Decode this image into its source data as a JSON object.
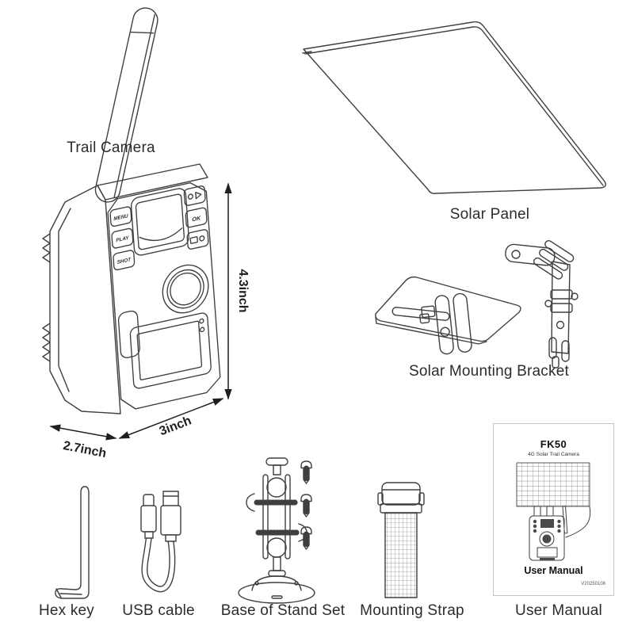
{
  "colors": {
    "line": "#3f3f3f",
    "text": "#2c2c2c",
    "manual_border": "#c4c4c4"
  },
  "items": {
    "trail_camera": {
      "label": "Trail Camera",
      "dimensions": {
        "height": "4.3inch",
        "depth": "2.7inch",
        "width": "3inch"
      },
      "buttons": {
        "left": [
          "MENU",
          "PLAY",
          "SHOT"
        ],
        "ok": "OK"
      }
    },
    "solar_panel": {
      "label": "Solar Panel"
    },
    "solar_mounting_bracket": {
      "label": "Solar Mounting Bracket"
    },
    "hex_key": {
      "label": "Hex key"
    },
    "usb_cable": {
      "label": "USB cable"
    },
    "base_of_stand_set": {
      "label": "Base of Stand Set"
    },
    "mounting_strap": {
      "label": "Mounting Strap"
    },
    "user_manual": {
      "label": "User Manual",
      "cover": {
        "model": "FK50",
        "subtitle": "4G Solar Trail Camera",
        "title": "User Manual",
        "version": "V20250108"
      }
    }
  }
}
